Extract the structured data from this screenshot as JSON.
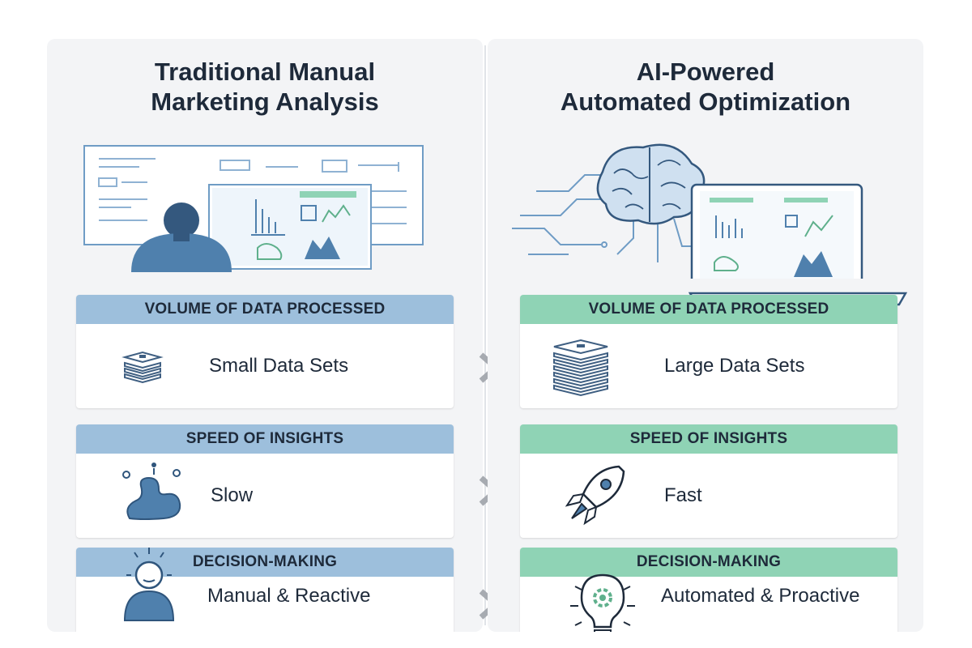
{
  "left": {
    "title_line1": "Traditional Manual",
    "title_line2": "Marketing Analysis",
    "rows": [
      {
        "header": "VOLUME OF DATA PROCESSED",
        "value": "Small Data Sets",
        "icon": "small-stack-icon"
      },
      {
        "header": "SPEED OF INSIGHTS",
        "value": "Slow",
        "icon": "snail-icon"
      },
      {
        "header": "DECISION-MAKING",
        "value": "Manual & Reactive",
        "icon": "person-thinking-icon"
      }
    ]
  },
  "right": {
    "title_line1": "AI-Powered",
    "title_line2": "Automated Optimization",
    "rows": [
      {
        "header": "VOLUME OF DATA PROCESSED",
        "value": "Large Data Sets",
        "icon": "large-stack-icon"
      },
      {
        "header": "SPEED OF INSIGHTS",
        "value": "Fast",
        "icon": "rocket-icon"
      },
      {
        "header": "DECISION-MAKING",
        "value": "Automated & Proactive",
        "icon": "lightbulb-gear-icon"
      }
    ]
  },
  "colors": {
    "left_accent": "#9dbfdc",
    "right_accent": "#8fd3b5",
    "icon_blue": "#4f80ad",
    "icon_green": "#5fb08c",
    "panel_bg": "#f3f4f6",
    "text_dark": "#1e2a3a"
  }
}
